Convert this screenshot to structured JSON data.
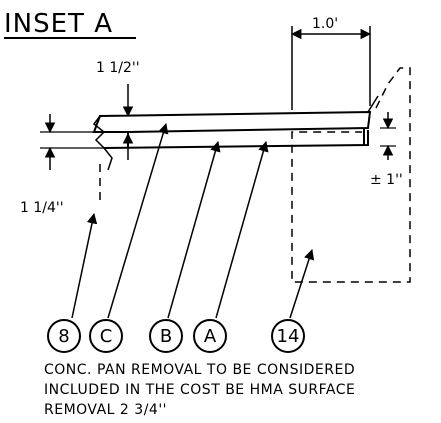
{
  "title": "INSET A",
  "dimensions": {
    "top_width": "1.0'",
    "upper_thickness": "1 1/2''",
    "lower_thickness": "1 1/4''",
    "right_offset": "± 1''"
  },
  "callouts": [
    "8",
    "C",
    "B",
    "A",
    "14"
  ],
  "note_lines": [
    "CONC. PAN REMOVAL TO BE CONSIDERED",
    "INCLUDED IN THE COST BE HMA SURFACE",
    "REMOVAL 2 3/4''"
  ],
  "colors": {
    "ink": "#000000",
    "background": "#ffffff"
  }
}
